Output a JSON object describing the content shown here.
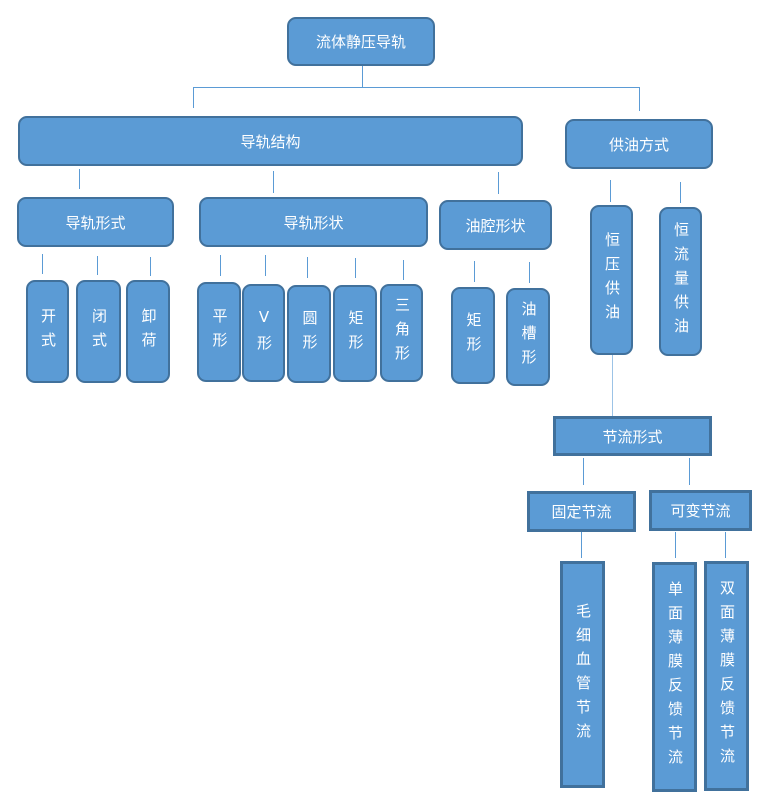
{
  "root": "流体静压导轨",
  "level1": {
    "structure": "导轨结构",
    "supply": "供油方式"
  },
  "structure_children": {
    "form": "导轨形式",
    "shape": "导轨形状",
    "cavity": "油腔形状"
  },
  "form_children": [
    "开式",
    "闭式",
    "卸荷"
  ],
  "shape_children": [
    "平形",
    "V形",
    "圆形",
    "矩形",
    "三角形"
  ],
  "cavity_children": [
    "矩形",
    "油槽形"
  ],
  "supply_children": {
    "constant_pressure": "恒压供油",
    "constant_flow": "恒流量供油"
  },
  "throttle": {
    "title": "节流形式",
    "fixed": "固定节流",
    "variable": "可变节流",
    "fixed_children": [
      "毛细血管节流"
    ],
    "variable_children": [
      "单面薄膜反馈节流",
      "双面薄膜反馈节流"
    ]
  }
}
